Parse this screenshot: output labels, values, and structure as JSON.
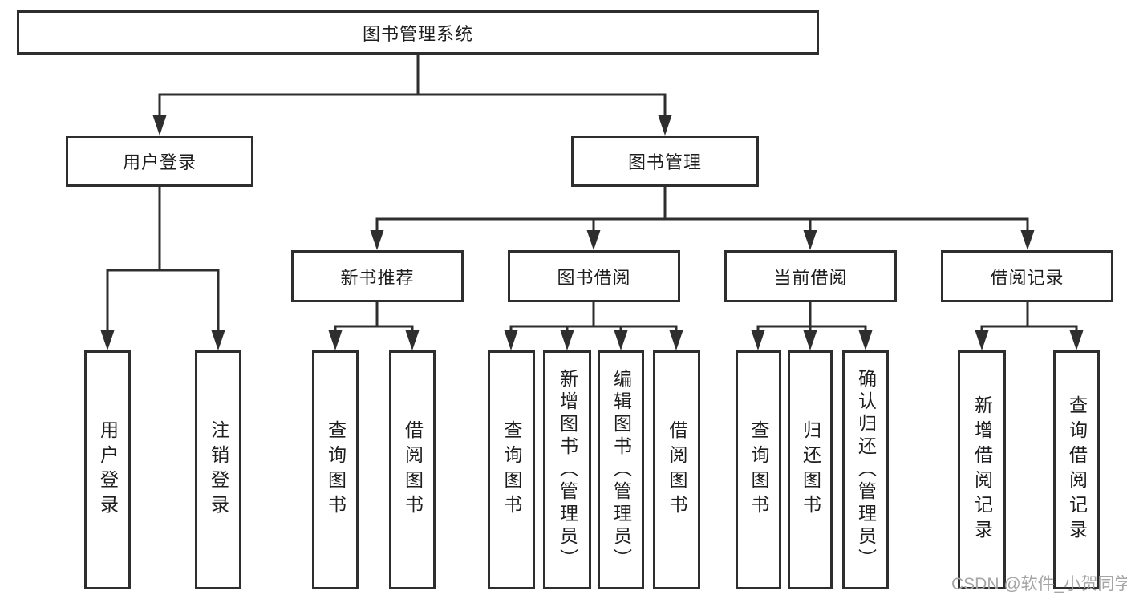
{
  "tree": {
    "label": "图书管理系统",
    "children": [
      {
        "label": "用户登录",
        "children": [
          {
            "label": "用户登录"
          },
          {
            "label": "注销登录"
          }
        ]
      },
      {
        "label": "图书管理",
        "children": [
          {
            "label": "新书推荐",
            "children": [
              {
                "label": "查询图书"
              },
              {
                "label": "借阅图书"
              }
            ]
          },
          {
            "label": "图书借阅",
            "children": [
              {
                "label": "查询图书"
              },
              {
                "label": "新增图书（管理员）"
              },
              {
                "label": "编辑图书（管理员）"
              },
              {
                "label": "借阅图书"
              }
            ]
          },
          {
            "label": "当前借阅",
            "children": [
              {
                "label": "查询图书"
              },
              {
                "label": "归还图书"
              },
              {
                "label": "确认归还（管理员）"
              }
            ]
          },
          {
            "label": "借阅记录",
            "children": [
              {
                "label": "新增借阅记录"
              },
              {
                "label": "查询借阅记录"
              }
            ]
          }
        ]
      }
    ]
  },
  "watermark": {
    "text": "CSDN @软件_小贺同学"
  },
  "colors": {
    "ink": "#2e2e2e",
    "node_text": "#1e1e20",
    "watermark": "#a5a5a5",
    "background": "#ffffff"
  }
}
